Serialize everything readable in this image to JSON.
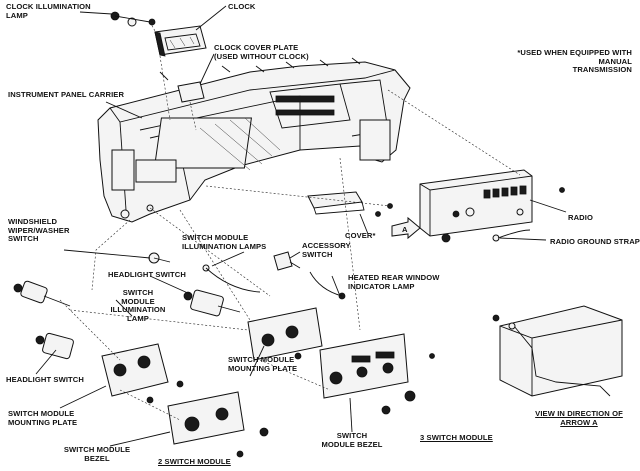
{
  "labels": {
    "clock_illumination_lamp": "CLOCK ILLUMINATION\nLAMP",
    "clock": "CLOCK",
    "clock_cover_plate": "CLOCK COVER PLATE\n(USED WITHOUT CLOCK)",
    "instrument_panel_carrier": "INSTRUMENT PANEL CARRIER",
    "manual_transmission_note": "*USED WHEN EQUIPPED WITH MANUAL\nTRANSMISSION",
    "windshield_wiper_switch": "WINDSHIELD\nWIPER/WASHER\nSWITCH",
    "switch_module_illumination_lamps": "SWITCH MODULE\nILLUMINATION LAMPS",
    "accessory_switch": "ACCESSORY\nSWITCH",
    "cover": "COVER*",
    "radio": "RADIO",
    "radio_ground_strap": "RADIO GROUND STRAP",
    "headlight_switch_upper": "HEADLIGHT SWITCH",
    "switch_module_illumination_lamp": "SWITCH\nMODULE\nILLUMINATION\nLAMP",
    "heated_rear_window": "HEATED REAR WINDOW\nINDICATOR LAMP",
    "arrow_a": "A",
    "headlight_switch_lower": "HEADLIGHT SWITCH",
    "switch_module_mounting_plate_left": "SWITCH MODULE\nMOUNTING PLATE",
    "switch_module_mounting_plate_center": "SWITCH MODULE\nMOUNTING PLATE",
    "switch_module_bezel_left": "SWITCH MODULE\nBEZEL",
    "two_switch_module": "2 SWITCH MODULE",
    "switch_module_bezel_center": "SWITCH\nMODULE BEZEL",
    "three_switch_module": "3 SWITCH MODULE",
    "view_direction": "VIEW IN DIRECTION OF\nARROW A"
  }
}
